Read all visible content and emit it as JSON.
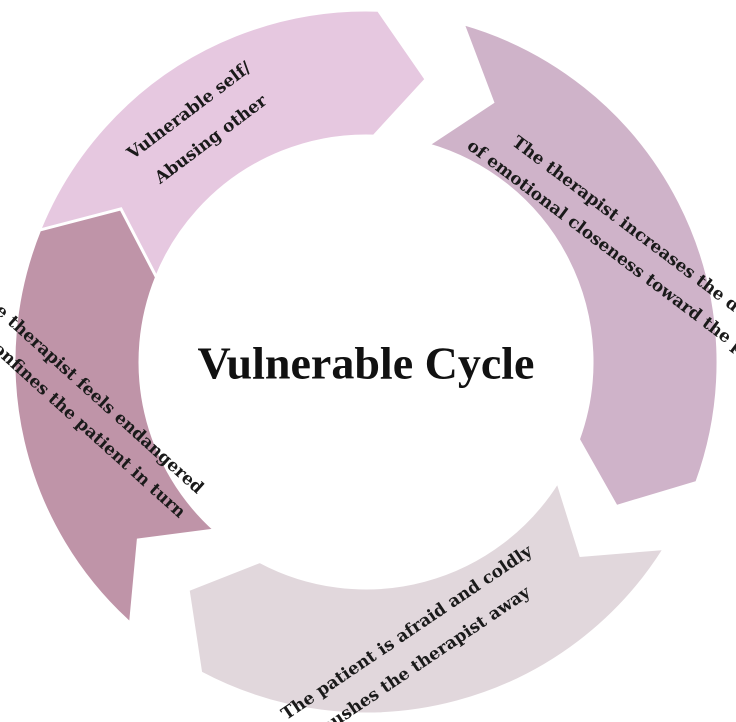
{
  "title": "Vulnerable Cycle",
  "segments": [
    {
      "lines": [
        "Vulnerable self/",
        "Abusing other"
      ],
      "color": "#e6c8e0"
    },
    {
      "lines": [
        "The therapist increases the degree",
        "of emotional closeness toward the patient"
      ],
      "color": "#cfb3c9"
    },
    {
      "lines": [
        "The patient is afraid and coldly",
        "pushes the therapist away"
      ],
      "color": "#e1d7dc"
    },
    {
      "lines": [
        "The therapist feels endangered",
        "and confines the patient in turn"
      ],
      "color": "#bf94a8"
    }
  ]
}
